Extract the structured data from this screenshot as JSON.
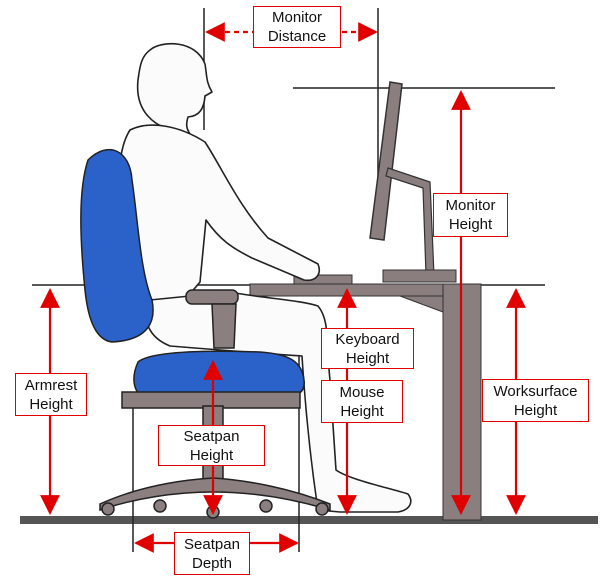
{
  "colors": {
    "annotation": "#e00000",
    "chair_blue": "#2a62c9",
    "chair_frame": "#8c7f7f",
    "desk_gray": "#8a7e7e",
    "outline": "#222222"
  },
  "labels": {
    "monitor_distance": [
      "Monitor",
      "Distance"
    ],
    "monitor_height": [
      "Monitor",
      "Height"
    ],
    "keyboard_height": [
      "Keyboard",
      "Height"
    ],
    "mouse_height": [
      "Mouse",
      "Height"
    ],
    "worksurface_height": [
      "Worksurface",
      "Height"
    ],
    "armrest_height": [
      "Armrest",
      "Height"
    ],
    "seatpan_height": [
      "Seatpan",
      "Height"
    ],
    "seatpan_depth": [
      "Seatpan",
      "Depth"
    ]
  }
}
